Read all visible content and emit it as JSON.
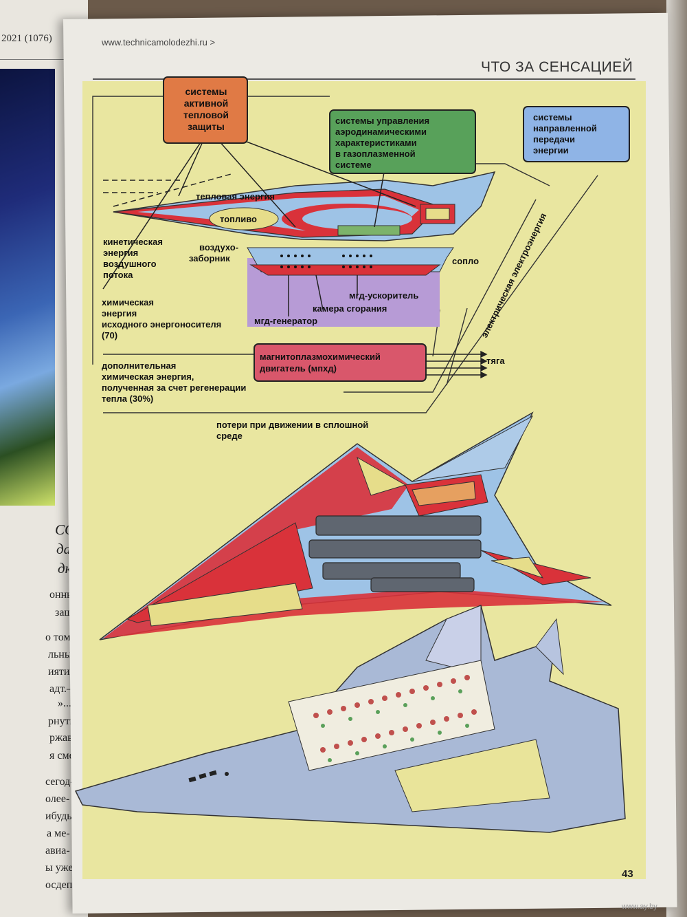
{
  "left_page": {
    "header": "2021 (1076)",
    "fragments": [
      "СССР,",
      "дала",
      "дку",
      "онный",
      "защи-",
      "о том,",
      "льный",
      "иятия",
      "адт.—",
      "»...",
      "рнуть",
      "ржав,",
      "я сме-",
      "сегод-",
      "олее-",
      "ибудь",
      "а ме-",
      "авиа-",
      "ы уже",
      "осдеп"
    ]
  },
  "right_page": {
    "url": "www.technicamolodezhi.ru >",
    "section_title": "ЧТО ЗА СЕНСАЦИЕЙ",
    "page_number": "43"
  },
  "diagram": {
    "boxes": {
      "thermal_protection": [
        "системы",
        "активной",
        "тепловой",
        "защиты"
      ],
      "aero_control": [
        "системы управления",
        "аэродинамическими",
        "характеристиками",
        "в газоплазменной",
        "системе"
      ],
      "directed_energy": [
        "системы",
        "направленной",
        "передачи",
        "энергии"
      ],
      "engine": [
        "магнитоплазмохимический",
        "двигатель (мпхд)"
      ]
    },
    "labels": {
      "thermal_energy": "тепловая энергия",
      "fuel": "топливо",
      "kinetic": [
        "кинетическая",
        "энергия",
        "воздушного",
        "потока"
      ],
      "air_intake": [
        "воздухо-",
        "заборник"
      ],
      "nozzle": "сопло",
      "mhd_accelerator": "мгд-ускоритель",
      "combustion_chamber": "камера сгорания",
      "mhd_generator": "мгд-генератор",
      "chemical": [
        "химическая",
        "энергия",
        "исходного энергоносителя",
        "(70)"
      ],
      "electrical": "электрическая электроэнергия",
      "thrust": "тяга",
      "additional": [
        "дополнительная",
        "химическая энергия,",
        "полученная за счет регенерации",
        "тепла (30%)"
      ],
      "losses": [
        "потери при движении в сплошной",
        "среде"
      ]
    }
  },
  "watermark": "www.ay.by",
  "colors": {
    "page_yellow": "#e9e6a0",
    "orange_box": "#e07a45",
    "green_box": "#58a15a",
    "blue_box": "#8fb4e6",
    "pink_box": "#d9576b",
    "hull_red": "#d9323a",
    "hull_blue": "#9ec3e6",
    "purple": "#b79bd6"
  }
}
